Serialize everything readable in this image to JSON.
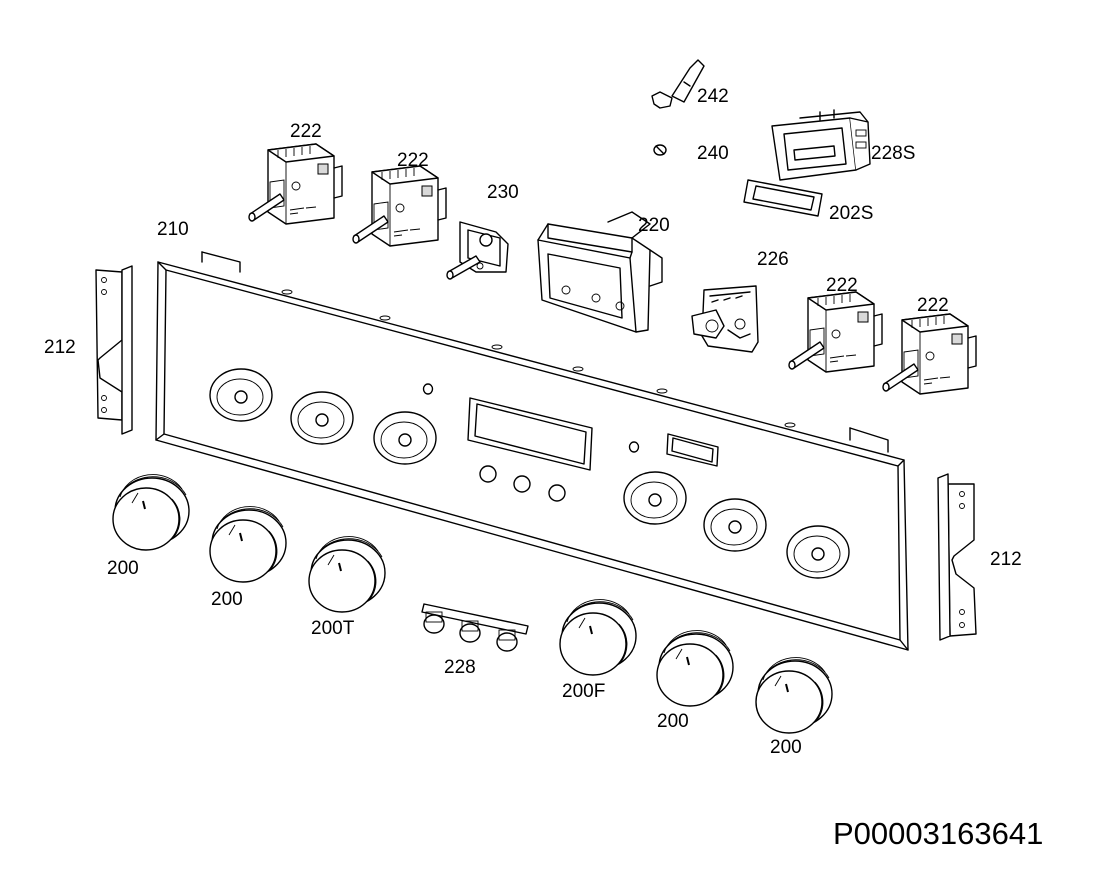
{
  "document_id": "P00003163641",
  "labels": {
    "l242": "242",
    "l240": "240",
    "l228s": "228S",
    "l202s": "202S",
    "l222_a": "222",
    "l222_b": "222",
    "l230": "230",
    "l220": "220",
    "l210": "210",
    "l226": "226",
    "l222_c": "222",
    "l222_d": "222",
    "l212_left": "212",
    "l212_right": "212",
    "l200_a": "200",
    "l200_b": "200",
    "l200t": "200T",
    "l228": "228",
    "l200f": "200F",
    "l200_c": "200",
    "l200_d": "200"
  }
}
